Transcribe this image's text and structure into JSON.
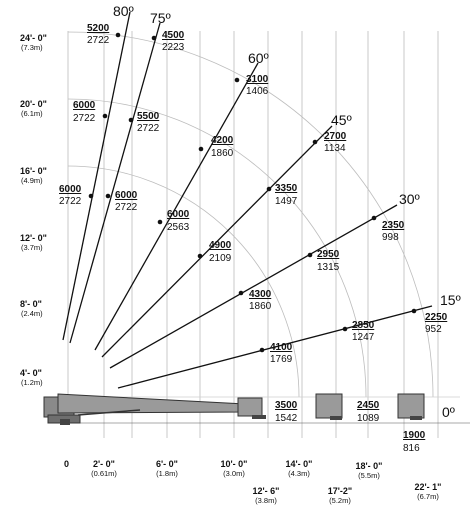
{
  "vertical_axis": {
    "labels": [
      {
        "ft": "24'- 0\"",
        "m": "(7.3m)"
      },
      {
        "ft": "20'- 0\"",
        "m": "(6.1m)"
      },
      {
        "ft": "16'- 0\"",
        "m": "(4.9m)"
      },
      {
        "ft": "12'- 0\"",
        "m": "(3.7m)"
      },
      {
        "ft": "8'- 0\"",
        "m": "(2.4m)"
      },
      {
        "ft": "4'- 0\"",
        "m": "(1.2m)"
      }
    ]
  },
  "horizontal_axis": {
    "zero": "0",
    "labels": [
      {
        "ft": "2'- 0\"",
        "m": "(0.61m)"
      },
      {
        "ft": "6'- 0\"",
        "m": "(1.8m)"
      },
      {
        "ft": "10'- 0\"",
        "m": "(3.0m)"
      },
      {
        "ft": "12'- 6\"",
        "m": "(3.8m)"
      },
      {
        "ft": "14'- 0\"",
        "m": "(4.3m)"
      },
      {
        "ft": "17'-2\"",
        "m": "(5.2m)"
      },
      {
        "ft": "18'- 0\"",
        "m": "(5.5m)"
      },
      {
        "ft": "22'- 1\"",
        "m": "(6.7m)"
      }
    ]
  },
  "boom_angles": [
    "80º",
    "75º",
    "60º",
    "45º",
    "30º",
    "15º",
    "0º"
  ],
  "load_points": [
    {
      "cap": "5200",
      "rad": "2722"
    },
    {
      "cap": "4500",
      "rad": "2223"
    },
    {
      "cap": "6000",
      "rad": "2722"
    },
    {
      "cap": "5500",
      "rad": "2722"
    },
    {
      "cap": "6000",
      "rad": "2722"
    },
    {
      "cap": "6000",
      "rad": "2722"
    },
    {
      "cap": "3100",
      "rad": "1406"
    },
    {
      "cap": "4200",
      "rad": "1860"
    },
    {
      "cap": "6000",
      "rad": "2563"
    },
    {
      "cap": "2700",
      "rad": "1134"
    },
    {
      "cap": "3350",
      "rad": "1497"
    },
    {
      "cap": "4900",
      "rad": "2109"
    },
    {
      "cap": "2350",
      "rad": "998"
    },
    {
      "cap": "2950",
      "rad": "1315"
    },
    {
      "cap": "4300",
      "rad": "1860"
    },
    {
      "cap": "2250",
      "rad": "952"
    },
    {
      "cap": "2850",
      "rad": "1247"
    },
    {
      "cap": "4100",
      "rad": "1769"
    },
    {
      "cap": "3500",
      "rad": "1542"
    },
    {
      "cap": "2450",
      "rad": "1089"
    },
    {
      "cap": "1900",
      "rad": "816"
    }
  ]
}
